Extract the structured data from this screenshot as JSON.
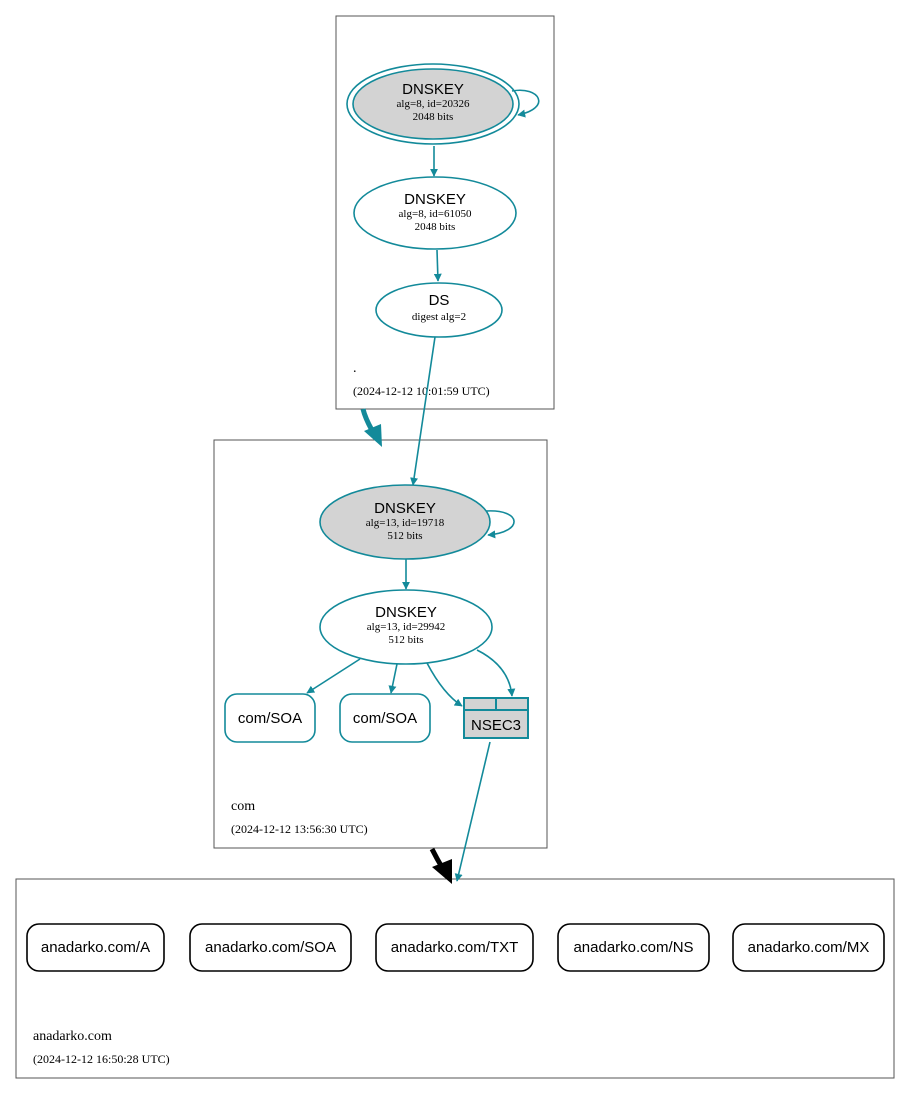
{
  "colors": {
    "secure": "#138a9a",
    "key_fill": "#d3d3d3",
    "delegation_insecure": "#000000"
  },
  "zones": {
    "root": {
      "name": ".",
      "timestamp": "(2024-12-12 10:01:59 UTC)"
    },
    "com": {
      "name": "com",
      "timestamp": "(2024-12-12 13:56:30 UTC)"
    },
    "anadarko": {
      "name": "anadarko.com",
      "timestamp": "(2024-12-12 16:50:28 UTC)"
    }
  },
  "nodes": {
    "root_ksk": {
      "title": "DNSKEY",
      "line1": "alg=8, id=20326",
      "line2": "2048 bits"
    },
    "root_zsk": {
      "title": "DNSKEY",
      "line1": "alg=8, id=61050",
      "line2": "2048 bits"
    },
    "root_ds": {
      "title": "DS",
      "line1": "digest alg=2"
    },
    "com_ksk": {
      "title": "DNSKEY",
      "line1": "alg=13, id=19718",
      "line2": "512 bits"
    },
    "com_zsk": {
      "title": "DNSKEY",
      "line1": "alg=13, id=29942",
      "line2": "512 bits"
    },
    "com_soa_1": {
      "label": "com/SOA"
    },
    "com_soa_2": {
      "label": "com/SOA"
    },
    "com_nsec3": {
      "label": "NSEC3"
    }
  },
  "records": [
    {
      "label": "anadarko.com/A"
    },
    {
      "label": "anadarko.com/SOA"
    },
    {
      "label": "anadarko.com/TXT"
    },
    {
      "label": "anadarko.com/NS"
    },
    {
      "label": "anadarko.com/MX"
    }
  ]
}
